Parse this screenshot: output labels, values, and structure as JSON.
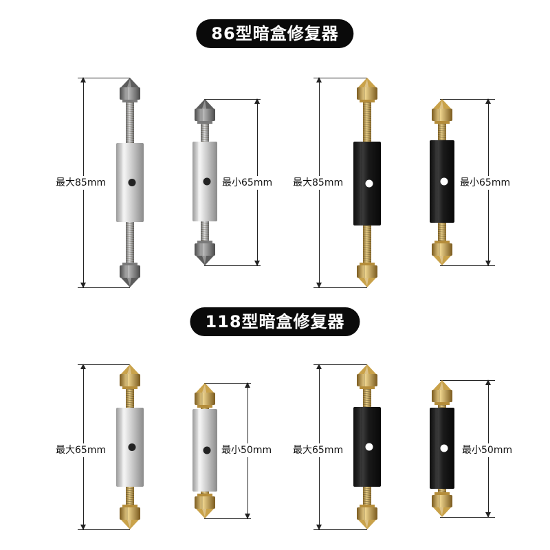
{
  "sections": [
    {
      "title": "86型暗盒修复器"
    },
    {
      "title": "118型暗盒修复器"
    }
  ],
  "products": [
    {
      "id": "a",
      "variant": "silver",
      "size": "long",
      "label": "最大85mm"
    },
    {
      "id": "b",
      "variant": "silver",
      "size": "short",
      "label": "最小65mm"
    },
    {
      "id": "c",
      "variant": "black",
      "size": "long",
      "label": "最大85mm"
    },
    {
      "id": "d",
      "variant": "black",
      "size": "short",
      "label": "最小65mm"
    },
    {
      "id": "e",
      "variant": "silver",
      "size": "long",
      "label": "最大65mm"
    },
    {
      "id": "f",
      "variant": "silver",
      "size": "short",
      "label": "最小50mm"
    },
    {
      "id": "g",
      "variant": "black",
      "size": "long",
      "label": "最大65mm"
    },
    {
      "id": "h",
      "variant": "black",
      "size": "short",
      "label": "最小50mm"
    }
  ],
  "colors": {
    "silver_body": "#d8d8d8",
    "black_body": "#1b1b1b",
    "brass": "#c9a24a",
    "steel_tip": "#5c5c5c",
    "title_bg": "#0a0a0a"
  }
}
